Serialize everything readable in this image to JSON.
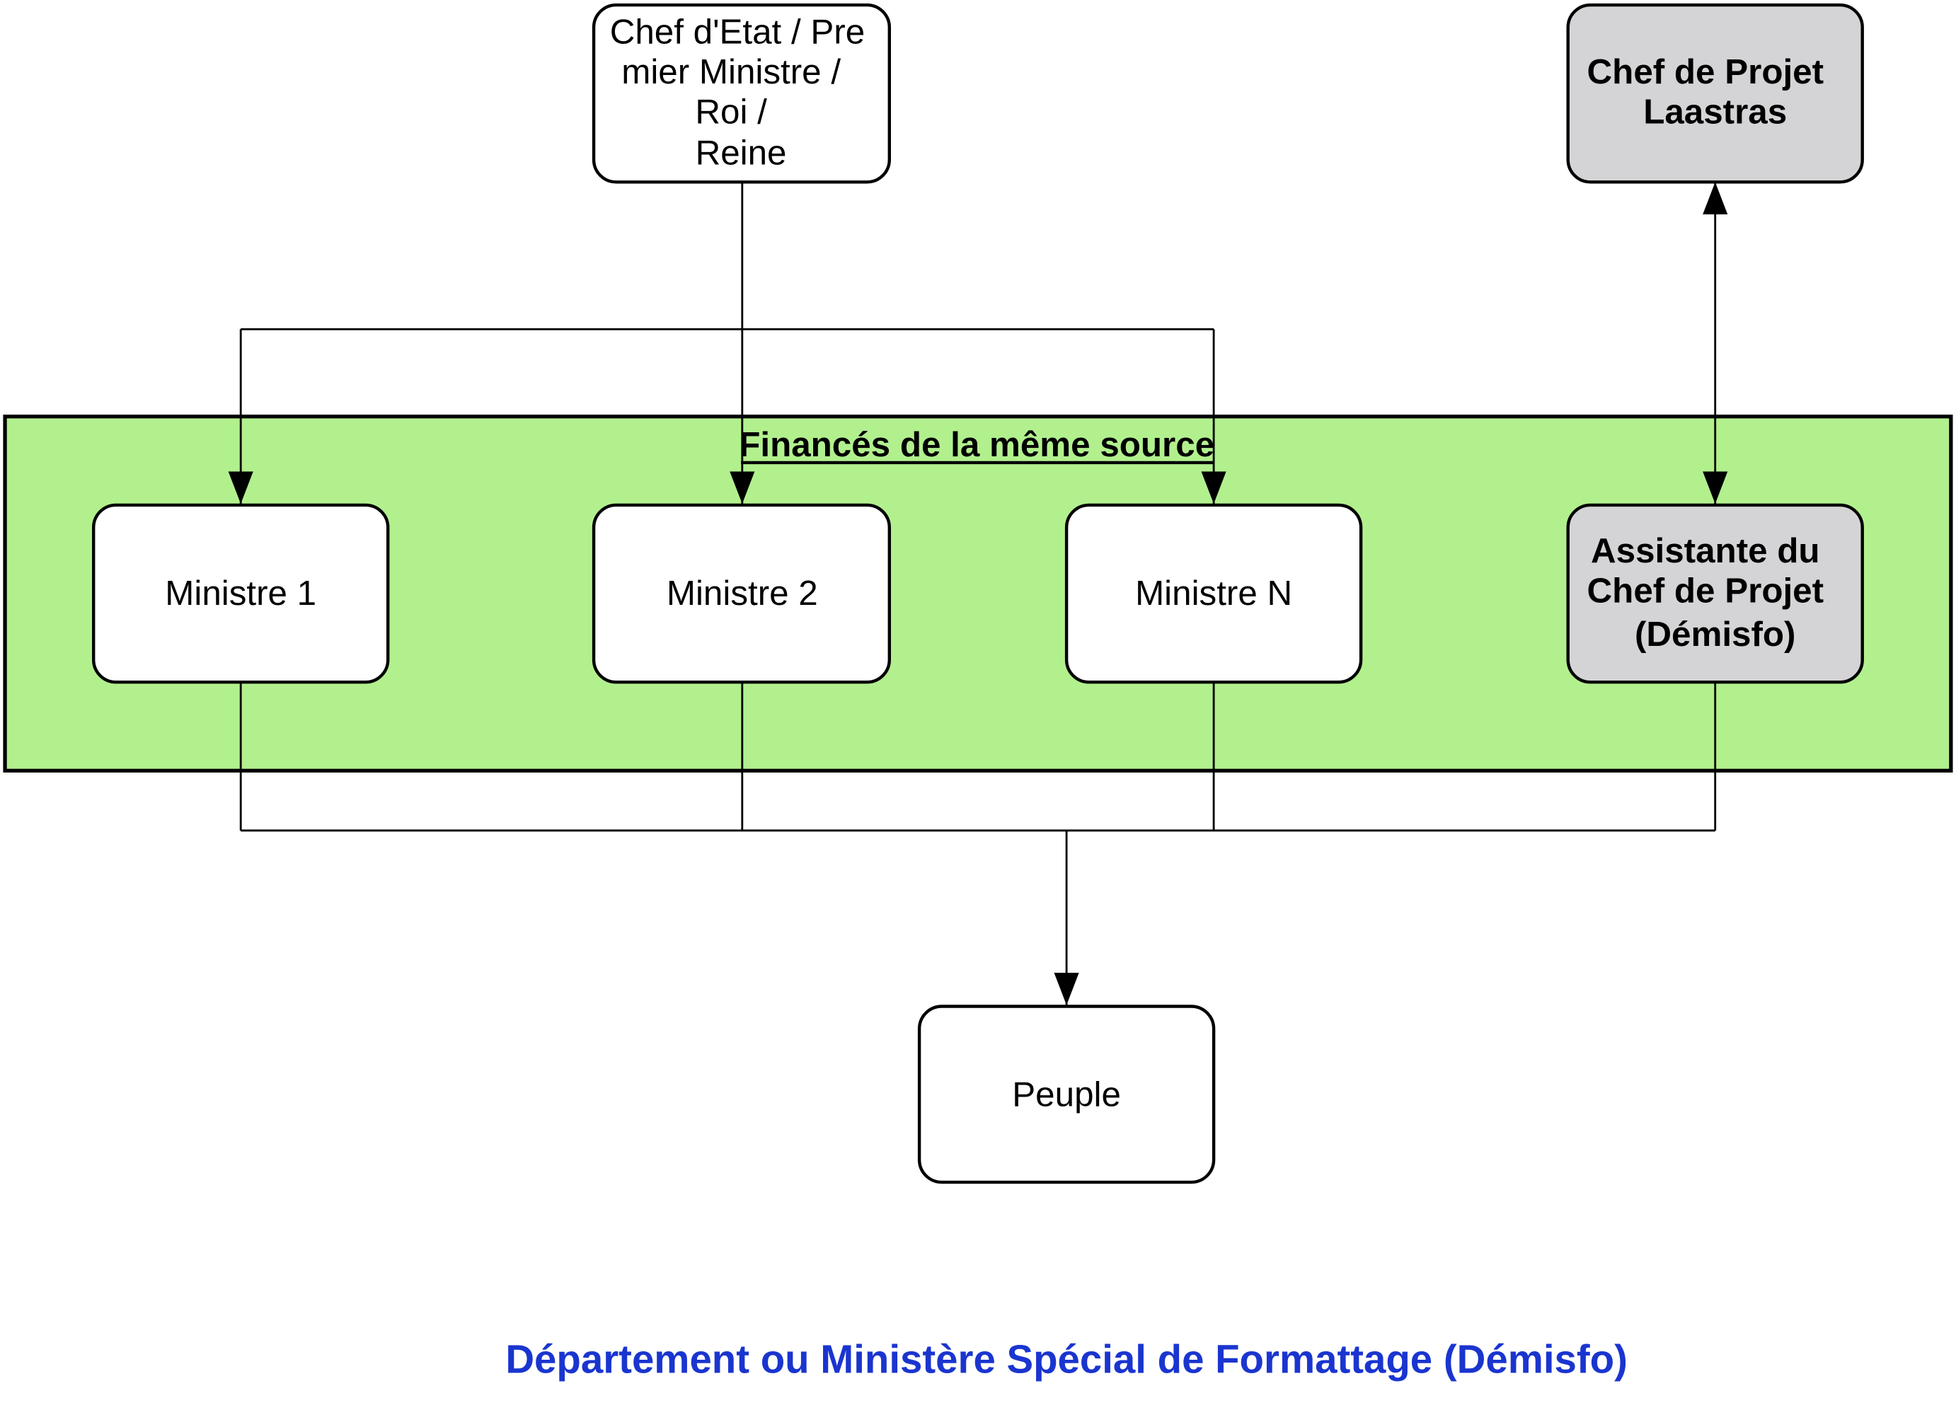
{
  "diagram": {
    "head_of_state": {
      "lines": [
        "Chef d'Etat / Pre",
        "mier Ministre /",
        "Roi /",
        "Reine"
      ]
    },
    "project_lead": {
      "lines": [
        "Chef de Projet",
        "Laastras"
      ]
    },
    "funding_band": {
      "title": "Financés de la même source"
    },
    "minister_1": {
      "label": "Ministre 1"
    },
    "minister_2": {
      "label": "Ministre 2"
    },
    "minister_n": {
      "label": "Ministre N"
    },
    "assistant": {
      "lines": [
        "Assistante du",
        "Chef de Projet",
        "(Démisfo)"
      ]
    },
    "people": {
      "label": "Peuple"
    },
    "footer": {
      "title": "Département ou Ministère Spécial de Formattage (Démisfo)"
    }
  },
  "colors": {
    "band_fill": "#b2f08e",
    "gray_box_fill": "#d4d4d6",
    "white_box_fill": "#ffffff",
    "footer_text": "#1a35cf"
  }
}
